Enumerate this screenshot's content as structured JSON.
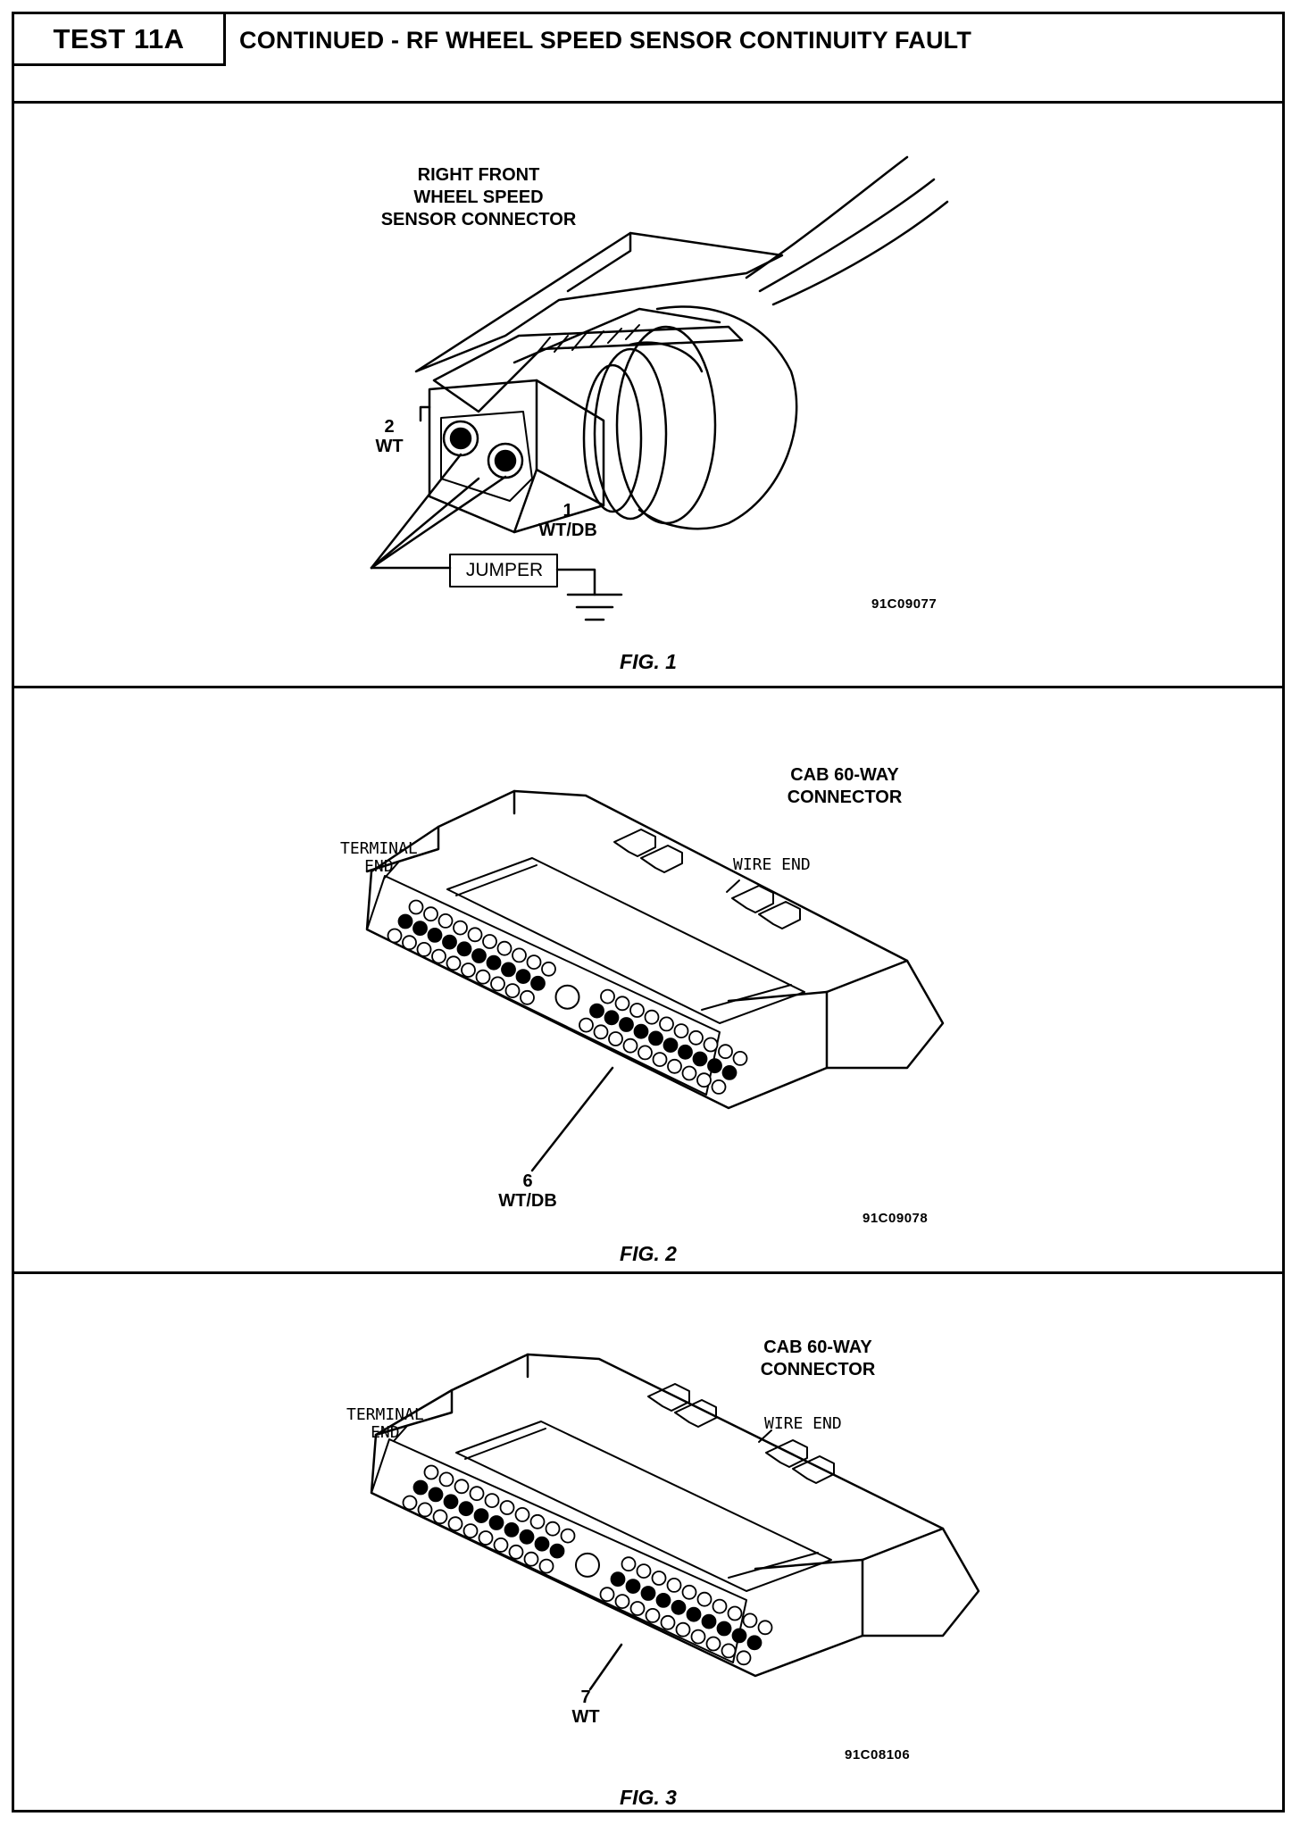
{
  "header": {
    "test_label": "TEST 11A",
    "title": "CONTINUED - RF WHEEL SPEED SENSOR CONTINUITY FAULT"
  },
  "fig1": {
    "caption": "FIG. 1",
    "connector_label": "RIGHT FRONT\nWHEEL SPEED\nSENSOR CONNECTOR",
    "pin2_number": "2",
    "pin2_wire": "WT",
    "pin1_number": "1",
    "pin1_wire": "WT/DB",
    "jumper_label": "JUMPER",
    "code": "91C09077"
  },
  "fig2": {
    "caption": "FIG.  2",
    "connector_label": "CAB 60-WAY\nCONNECTOR",
    "terminal_end_label": "TERMINAL\nEND",
    "wire_end_label": "WIRE END",
    "pin_number": "6",
    "pin_wire": "WT/DB",
    "code": "91C09078"
  },
  "fig3": {
    "caption": "FIG. 3",
    "connector_label": "CAB 60-WAY\nCONNECTOR",
    "terminal_end_label": "TERMINAL\nEND",
    "wire_end_label": "WIRE END",
    "pin_number": "7",
    "pin_wire": "WT",
    "code": "91C08106"
  }
}
